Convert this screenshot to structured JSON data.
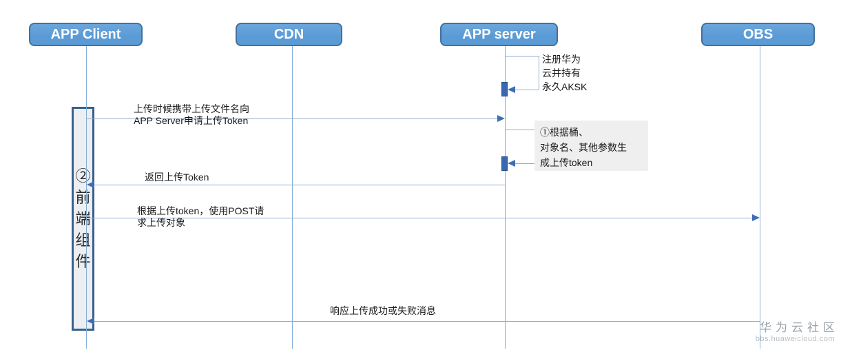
{
  "actors": [
    {
      "label": "APP Client"
    },
    {
      "label": "CDN"
    },
    {
      "label": "APP server"
    },
    {
      "label": "OBS"
    }
  ],
  "phase": {
    "label": "②前端组件"
  },
  "notes": {
    "register": "注册华为\n云并持有\n永久AKSK",
    "generate": "①根据桶、\n对象名、其他参数生\n成上传token"
  },
  "messages": [
    {
      "label": "上传时候携带上传文件名向\nAPP Server申请上传Token",
      "from": "APP Client",
      "to": "APP server"
    },
    {
      "label": "返回上传Token",
      "from": "APP server",
      "to": "APP Client"
    },
    {
      "label": "根据上传token，使用POST请\n求上传对象",
      "from": "APP Client",
      "to": "OBS"
    },
    {
      "label": "响应上传成功或失败消息",
      "from": "OBS",
      "to": "APP Client"
    }
  ],
  "watermark": {
    "title": "华为云社区",
    "subtitle": "bbs.huaweicloud.com"
  },
  "colors": {
    "actor_fill": "#5B9BD5",
    "actor_border": "#41719C",
    "lifeline": "#85AED6",
    "message_line": "#8FAECE",
    "arrowhead": "#3E6DB5",
    "activation_fill": "#3A68B0",
    "activation_border": "#274E87",
    "note_background": "#EFEFEF",
    "phase_fill": "#ECEEF1",
    "phase_border": "#38608F",
    "watermark_title": "#9AA3AB",
    "watermark_subtitle": "#B9C0C6"
  }
}
